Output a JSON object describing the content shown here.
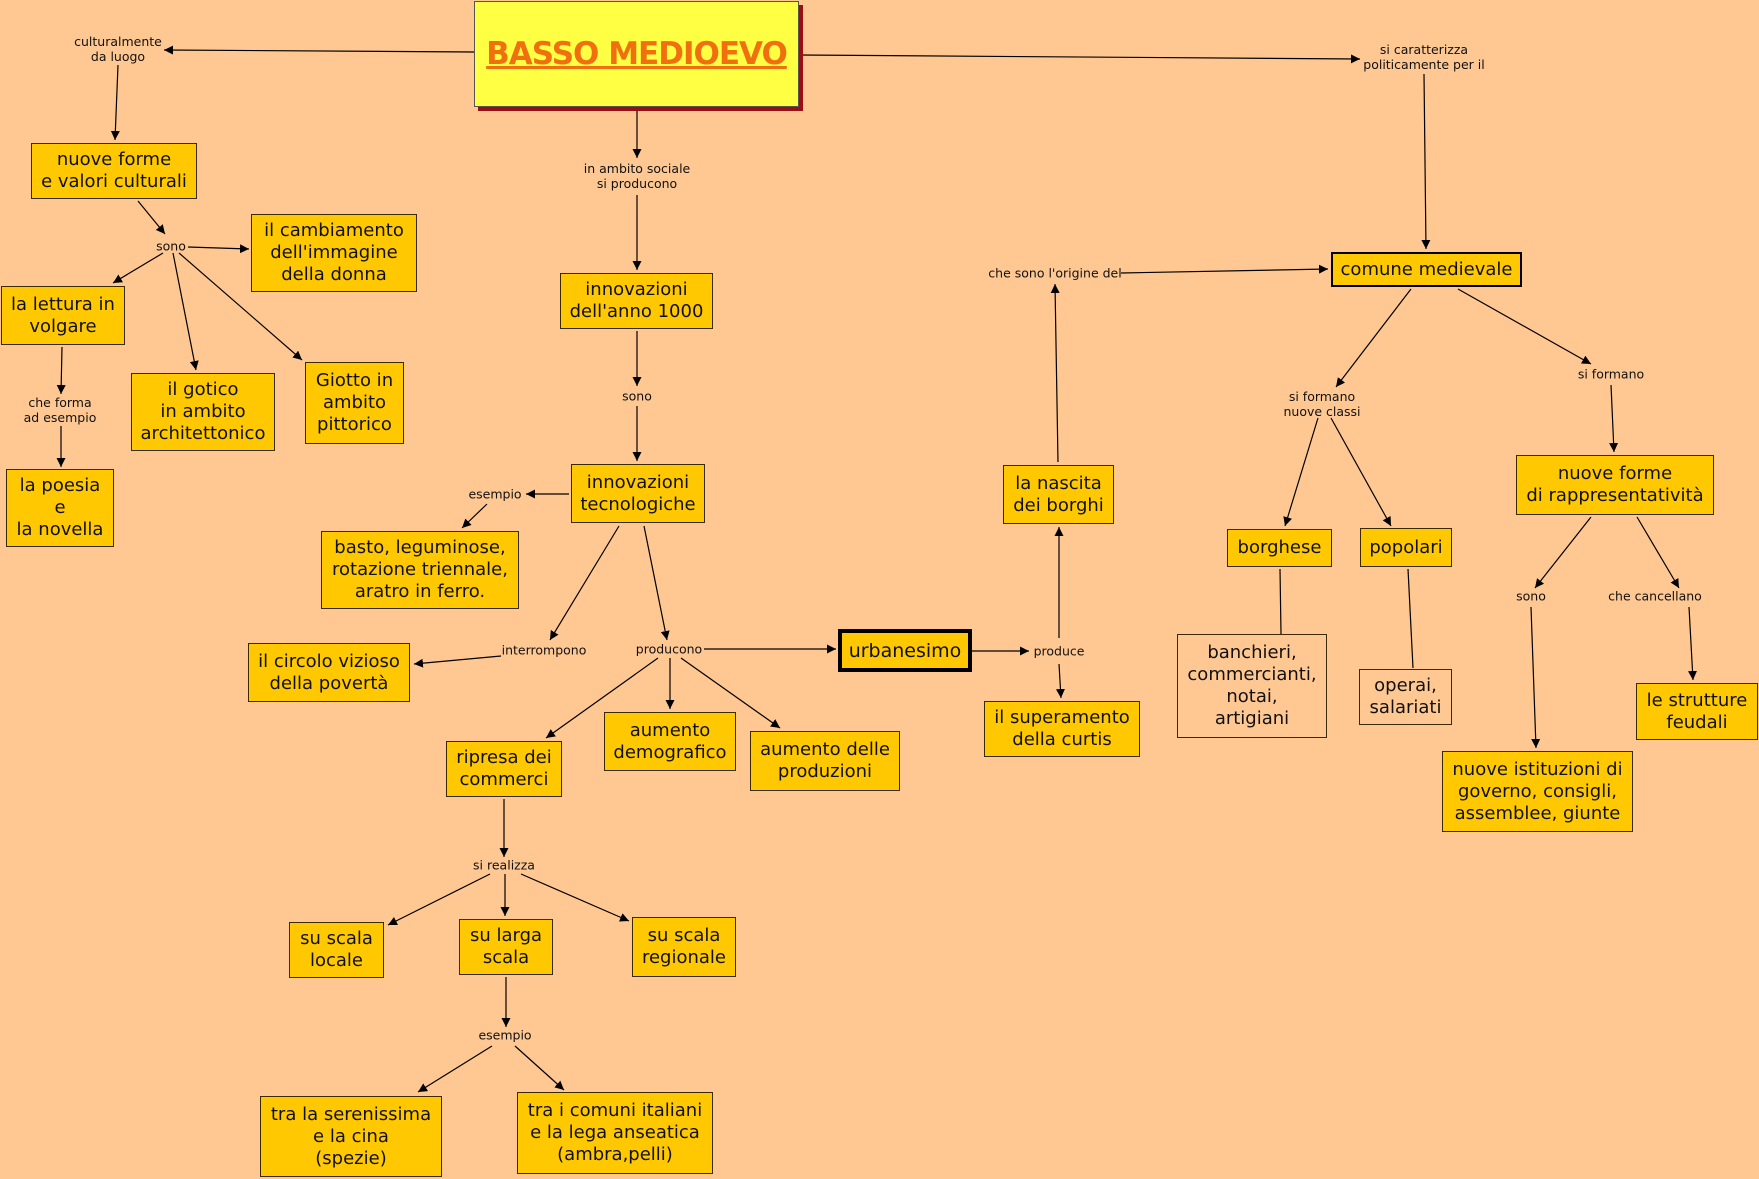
{
  "title": "BASSO MEDIOEVO",
  "nodes": {
    "nuove_forme_culturali": "nuove forme\ne valori culturali",
    "cambiamento_donna": "il cambiamento\ndell'immagine\ndella donna",
    "lettura_volgare": "la lettura in\nvolgare",
    "gotico": "il gotico\nin ambito\narchitettonico",
    "giotto": "Giotto in\nambito\npittorico",
    "poesia_novella": "la poesia\ne\nla novella",
    "innovazioni_1000": "innovazioni\ndell'anno 1000",
    "innovazioni_tecnologiche": "innovazioni\ntecnologiche",
    "basto": "basto, leguminose,\nrotazione triennale,\naratro in ferro.",
    "circolo_vizioso": "il circolo vizioso\ndella povertà",
    "urbanesimo": "urbanesimo",
    "ripresa_commerci": "ripresa dei\ncommerci",
    "aumento_demografico": "aumento\ndemografico",
    "aumento_produzioni": "aumento delle\nproduzioni",
    "scala_locale": "su scala\nlocale",
    "larga_scala": "su larga\nscala",
    "scala_regionale": "su scala\nregionale",
    "serenissima": "tra la serenissima\ne la cina\n(spezie)",
    "comuni_italiani": "tra i comuni italiani\ne la lega anseatica\n(ambra,pelli)",
    "nascita_borghi": "la nascita\ndei borghi",
    "superamento_curtis": "il superamento\ndella curtis",
    "comune_medievale": "comune medievale",
    "borghese": "borghese",
    "popolari": "popolari",
    "banchieri": "banchieri,\ncommercianti,\nnotai,\nartigiani",
    "operai": "operai,\nsalariati",
    "rappresentativita": "nuove forme\ndi rappresentatività",
    "strutture_feudali": "le strutture\nfeudali",
    "istituzioni": "nuove istituzioni di\ngoverno, consigli,\nassemblee, giunte"
  },
  "links": {
    "culturalmente": "culturalmente\nda luogo",
    "sono_cult": "sono",
    "che_forma": "che forma\nad esempio",
    "ambito_sociale": "in ambito sociale\nsi producono",
    "sono_innov": "sono",
    "esempio_tec": "esempio",
    "interrompono": "interrompono",
    "producono": "producono",
    "produce": "produce",
    "si_realizza": "si realizza",
    "esempio_scala": "esempio",
    "origine": "che sono l'origine del",
    "politicamente": "si caratterizza\npoliticamente per il",
    "nuove_classi": "si formano\nnuove classi",
    "si_formano": "si formano",
    "sono_rapp": "sono",
    "cancellano": "che cancellano"
  }
}
